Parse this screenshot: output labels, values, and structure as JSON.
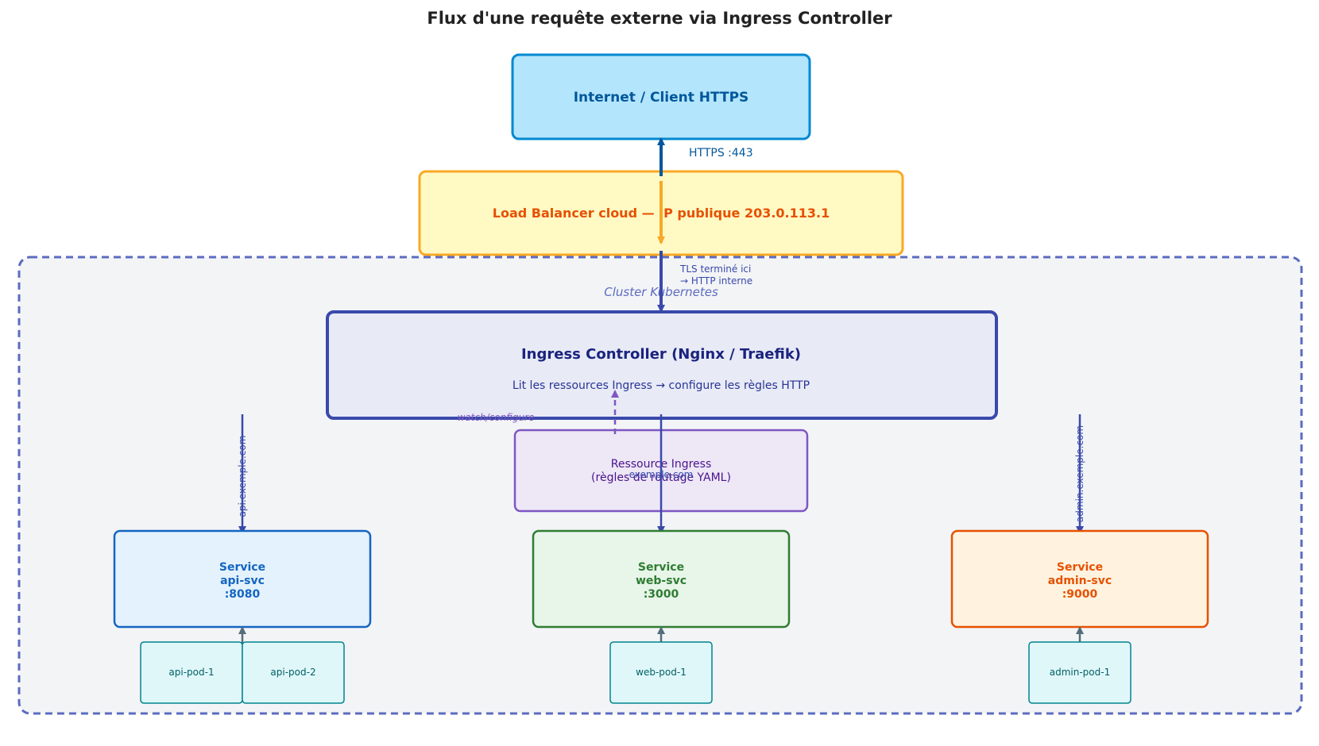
{
  "title": "Flux d'une requête externe via Ingress Controller",
  "cluster_label": "Cluster Kubernetes",
  "internet": {
    "label": "Internet / Client HTTPS"
  },
  "load_balancer": {
    "label": "Load Balancer cloud — IP publique 203.0.113.1"
  },
  "ingress_controller": {
    "title": "Ingress Controller (Nginx / Traefik)",
    "subtitle": "Lit les ressources Ingress → configure les règles HTTP"
  },
  "ingress_resource": {
    "line1": "Ressource Ingress",
    "line2": "(règles de routage YAML)"
  },
  "edges": {
    "https": "HTTPS :443",
    "tls_line1": "TLS terminé ici",
    "tls_line2": "→ HTTP interne",
    "watch": "watch/configure",
    "api_host": "api.exemple.com",
    "web_host": "exemple.com",
    "admin_host": "admin.exemple.com"
  },
  "services": {
    "api": {
      "line1": "Service",
      "line2": "api-svc",
      "line3": ":8080"
    },
    "web": {
      "line1": "Service",
      "line2": "web-svc",
      "line3": ":3000"
    },
    "admin": {
      "line1": "Service",
      "line2": "admin-svc",
      "line3": ":9000"
    }
  },
  "pods": {
    "api1": "api-pod-1",
    "api2": "api-pod-2",
    "web1": "web-pod-1",
    "admin1": "admin-pod-1"
  },
  "colors": {
    "internet_fill": "#b3e5fc",
    "internet_stroke": "#0288d1",
    "internet_text": "#01579b",
    "lb_fill": "#fff9c4",
    "lb_stroke": "#f9a825",
    "lb_text": "#e65100",
    "cluster_fill": "#f3f4f6",
    "cluster_stroke": "#5c6bc0",
    "ingress_fill": "#e8eaf6",
    "ingress_stroke": "#3949ab",
    "ingress_text": "#1a237e",
    "resource_fill": "#ede7f6",
    "resource_stroke": "#7e57c2",
    "resource_text": "#4a148c",
    "api_fill": "#e3f2fd",
    "api_stroke": "#1565c0",
    "web_fill": "#e8f5e9",
    "web_stroke": "#2e7d32",
    "admin_fill": "#fff3e0",
    "admin_stroke": "#e65100",
    "pod_fill": "#e0f7fa",
    "pod_stroke": "#00838f",
    "pod_text": "#006064"
  }
}
